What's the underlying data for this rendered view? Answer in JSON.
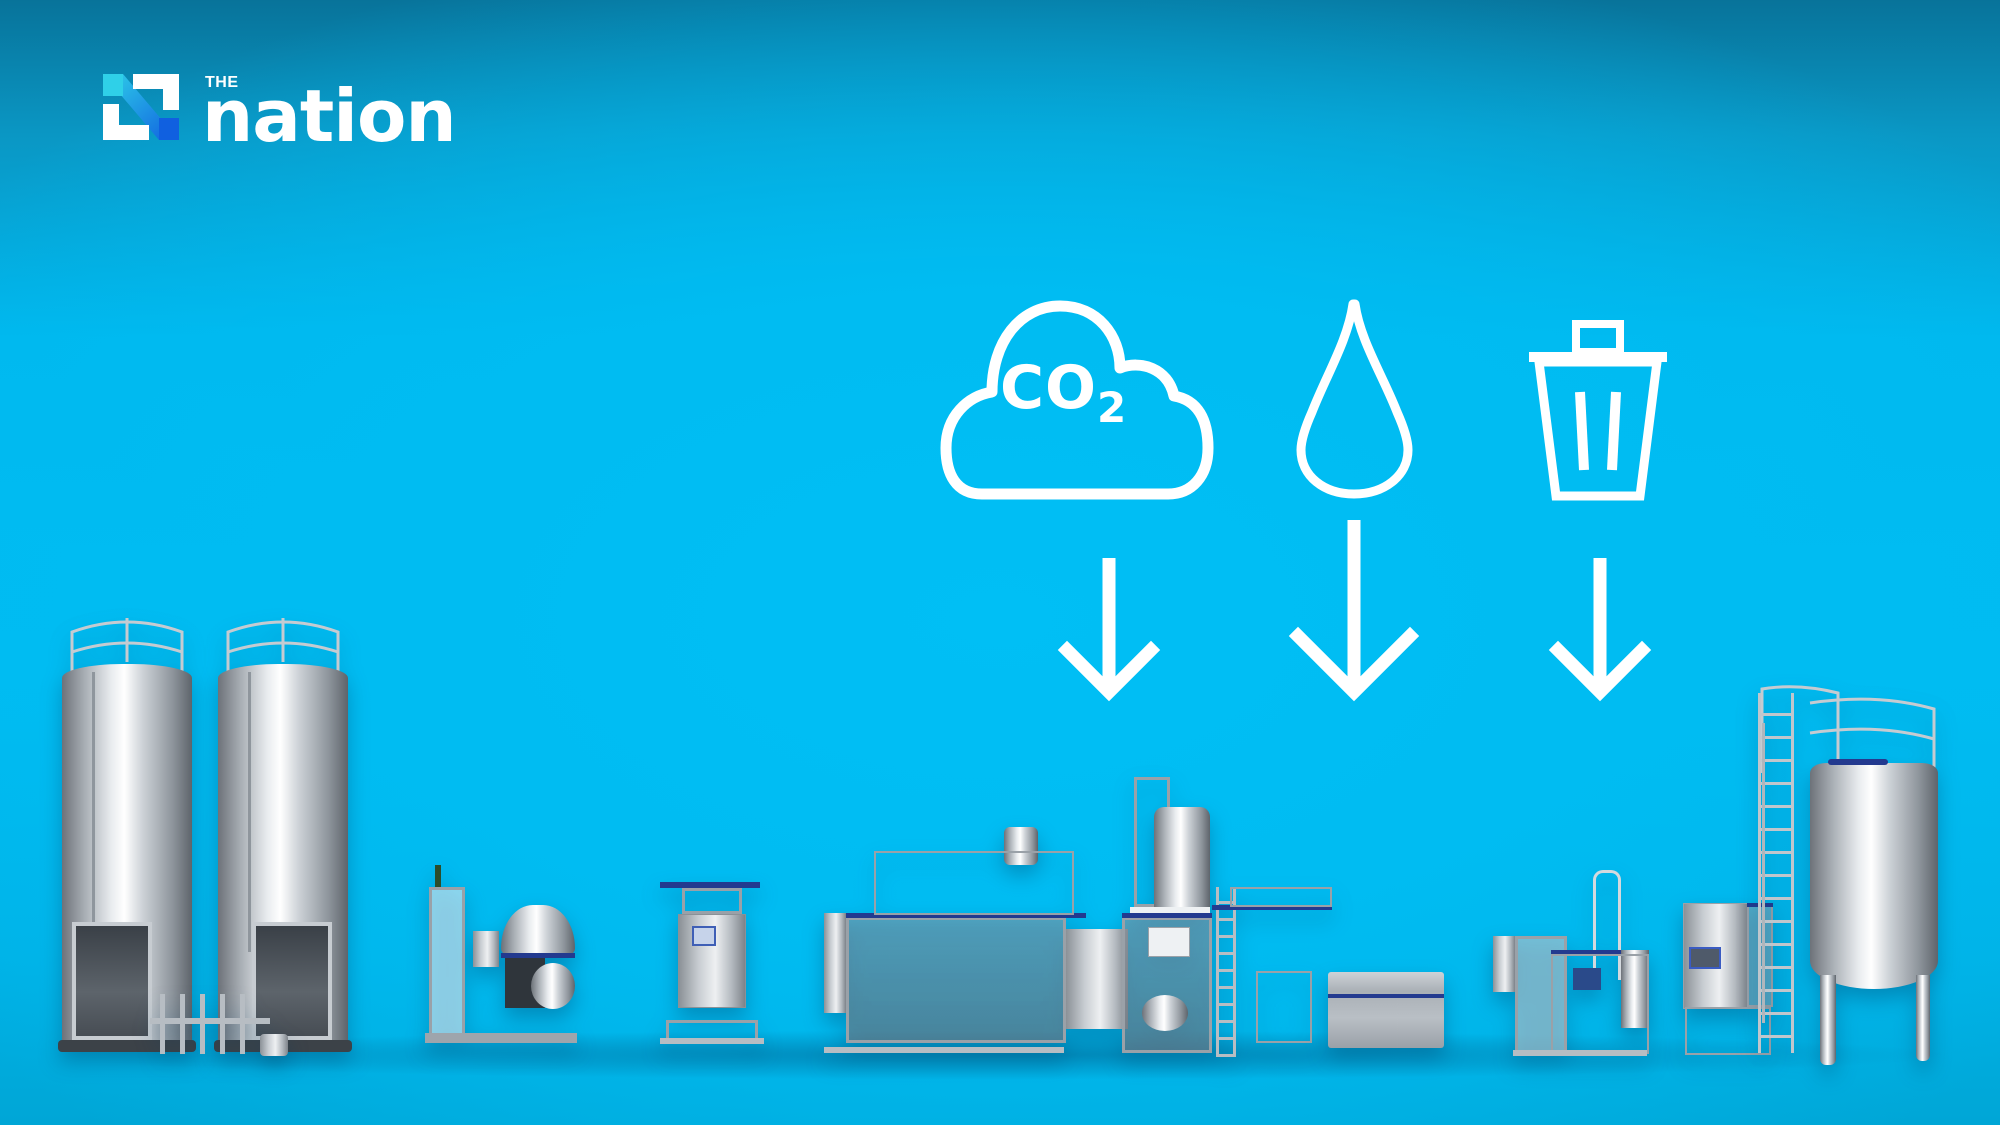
{
  "branding": {
    "logo_prefix": "THE",
    "logo_word": "nation",
    "logo_mark": "n-monogram-icon",
    "colors": {
      "mark_cyan": "#2fd0e8",
      "mark_blue": "#1060e0",
      "text": "#ffffff"
    }
  },
  "background": {
    "top_color": "#08739a",
    "center_color": "#00bcf2",
    "bottom_color": "#00a6d6"
  },
  "reduction_icons": [
    {
      "name": "co2-cloud-icon",
      "label": "CO",
      "subscript": "2",
      "meaning": "carbon emissions"
    },
    {
      "name": "water-drop-icon",
      "meaning": "water"
    },
    {
      "name": "trash-can-icon",
      "meaning": "waste"
    }
  ],
  "arrows": [
    {
      "name": "down-arrow-icon",
      "under": "co2-cloud-icon"
    },
    {
      "name": "down-arrow-icon",
      "under": "water-drop-icon"
    },
    {
      "name": "down-arrow-icon",
      "under": "trash-can-icon"
    }
  ],
  "equipment": [
    {
      "name": "storage-silo-left"
    },
    {
      "name": "storage-silo-right"
    },
    {
      "name": "separator-unit"
    },
    {
      "name": "control-cabinet-unit"
    },
    {
      "name": "processing-line"
    },
    {
      "name": "cooling-box-unit"
    },
    {
      "name": "small-process-skid"
    },
    {
      "name": "cip-control-cabinet"
    },
    {
      "name": "process-tank-with-ladder"
    }
  ],
  "co2_icon_text": {
    "main": "CO",
    "sub": "2"
  }
}
